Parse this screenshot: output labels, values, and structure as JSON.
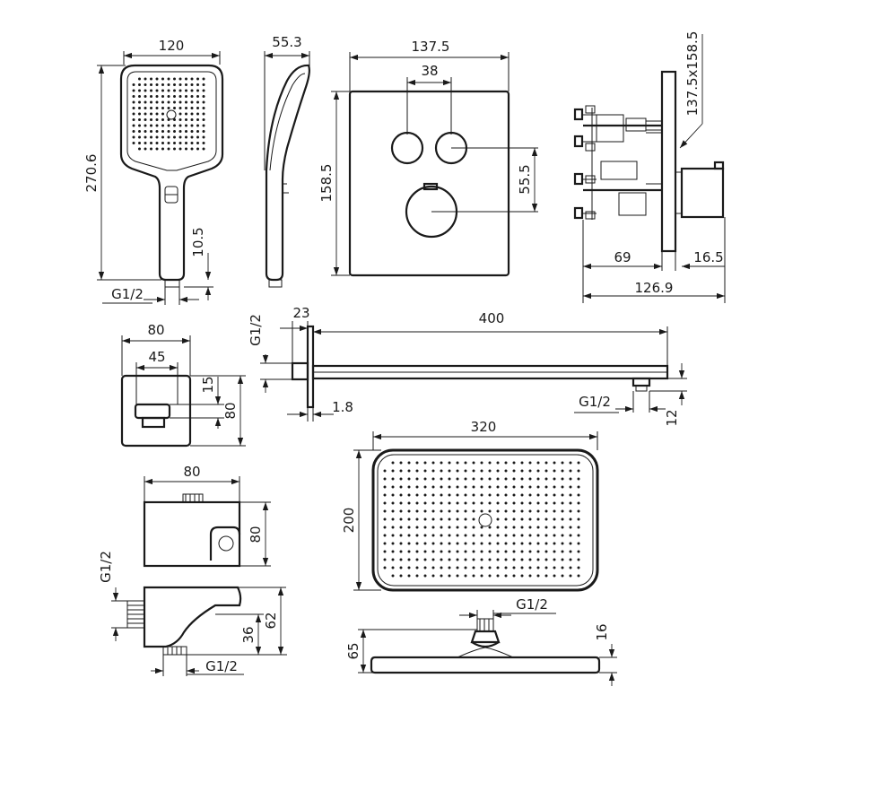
{
  "hand_shower": {
    "width": "120",
    "height": "270.6",
    "side_depth": "55.3",
    "bottom_offset": "10.5",
    "thread": "G1/2"
  },
  "thermostat_plate": {
    "width": "137.5",
    "button_spacing": "38",
    "height": "158.5",
    "vertical_spacing": "55.5"
  },
  "thermostat_side": {
    "plate_size": "137.5x158.5",
    "depth_a": "69",
    "depth_b": "16.5",
    "total_depth": "126.9"
  },
  "shower_arm": {
    "thread_left": "G1/2",
    "flange": "23",
    "length": "400",
    "wall_gap": "1.8",
    "thread_right": "G1/2",
    "drop": "12"
  },
  "wall_outlet": {
    "width": "80",
    "inner_width": "45",
    "offset": "15",
    "height": "80"
  },
  "holder_outlet": {
    "width": "80",
    "height": "80",
    "thread_side": "G1/2",
    "depth_a": "36",
    "depth_b": "62",
    "thread_bottom": "G1/2"
  },
  "overhead_shower": {
    "width": "320",
    "height": "200",
    "thread": "G1/2",
    "total_height": "65",
    "plate_thickness": "16"
  }
}
